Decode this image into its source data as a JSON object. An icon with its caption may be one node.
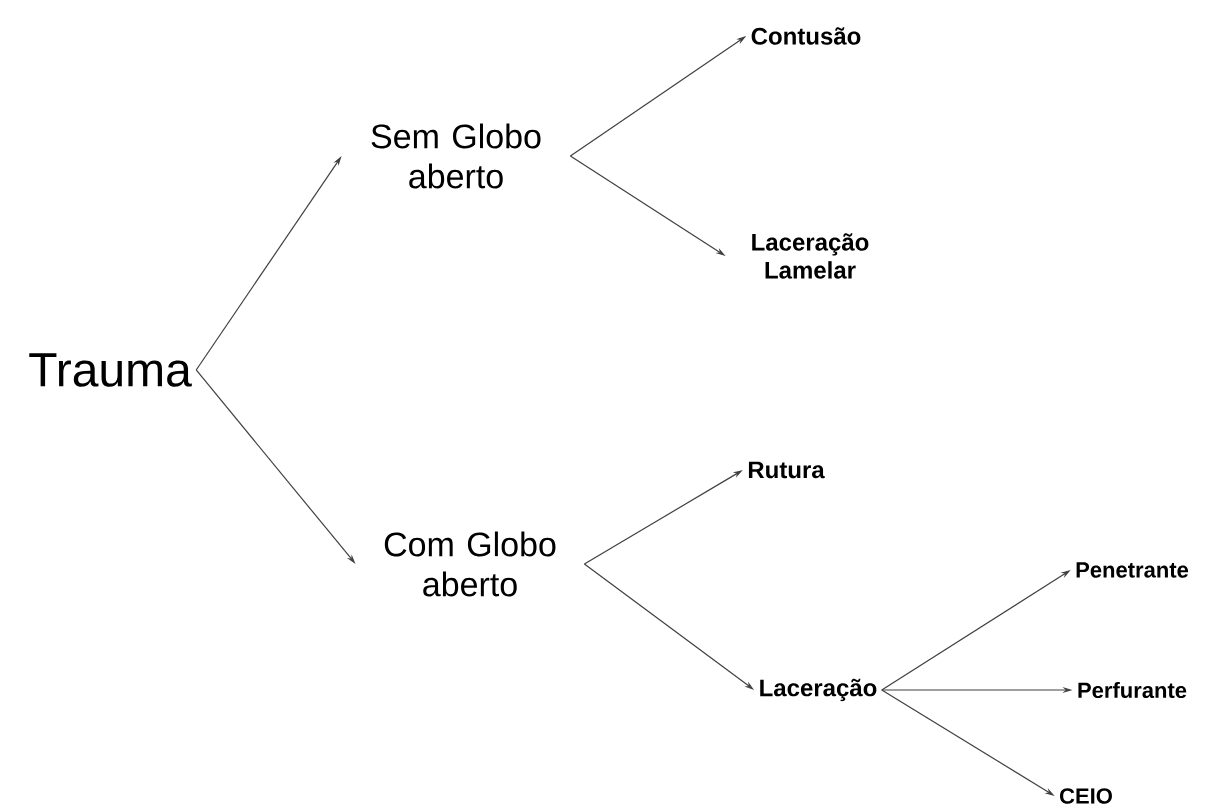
{
  "diagram": {
    "nodes": [
      {
        "text": [
          "Trauma"
        ]
      },
      {
        "text": [
          "Sem Globo aberto"
        ]
      },
      {
        "text": [
          "Com Globo aberto"
        ]
      },
      {
        "text": [
          "Contusão"
        ]
      },
      {
        "text": [
          "Laceração Lamelar"
        ]
      },
      {
        "text": [
          "Rutura"
        ]
      },
      {
        "text": [
          "Laceração"
        ]
      },
      {
        "text": [
          "Penetrante"
        ]
      },
      {
        "text": [
          "Perfurante"
        ]
      },
      {
        "text": [
          "CEIO"
        ]
      }
    ],
    "edges": [
      {
        "from": 0,
        "to": 1,
        "arrow": "to"
      },
      {
        "from": 0,
        "to": 2,
        "arrow": "to"
      },
      {
        "from": 1,
        "to": 3,
        "arrow": "to"
      },
      {
        "from": 1,
        "to": 4,
        "arrow": "to"
      },
      {
        "from": 2,
        "to": 5,
        "arrow": "to"
      },
      {
        "from": 2,
        "to": 6,
        "arrow": "to"
      },
      {
        "from": 6,
        "to": 7,
        "arrow": "to"
      },
      {
        "from": 6,
        "to": 8,
        "arrow": "to"
      },
      {
        "from": 6,
        "to": 9,
        "arrow": "to"
      }
    ]
  }
}
